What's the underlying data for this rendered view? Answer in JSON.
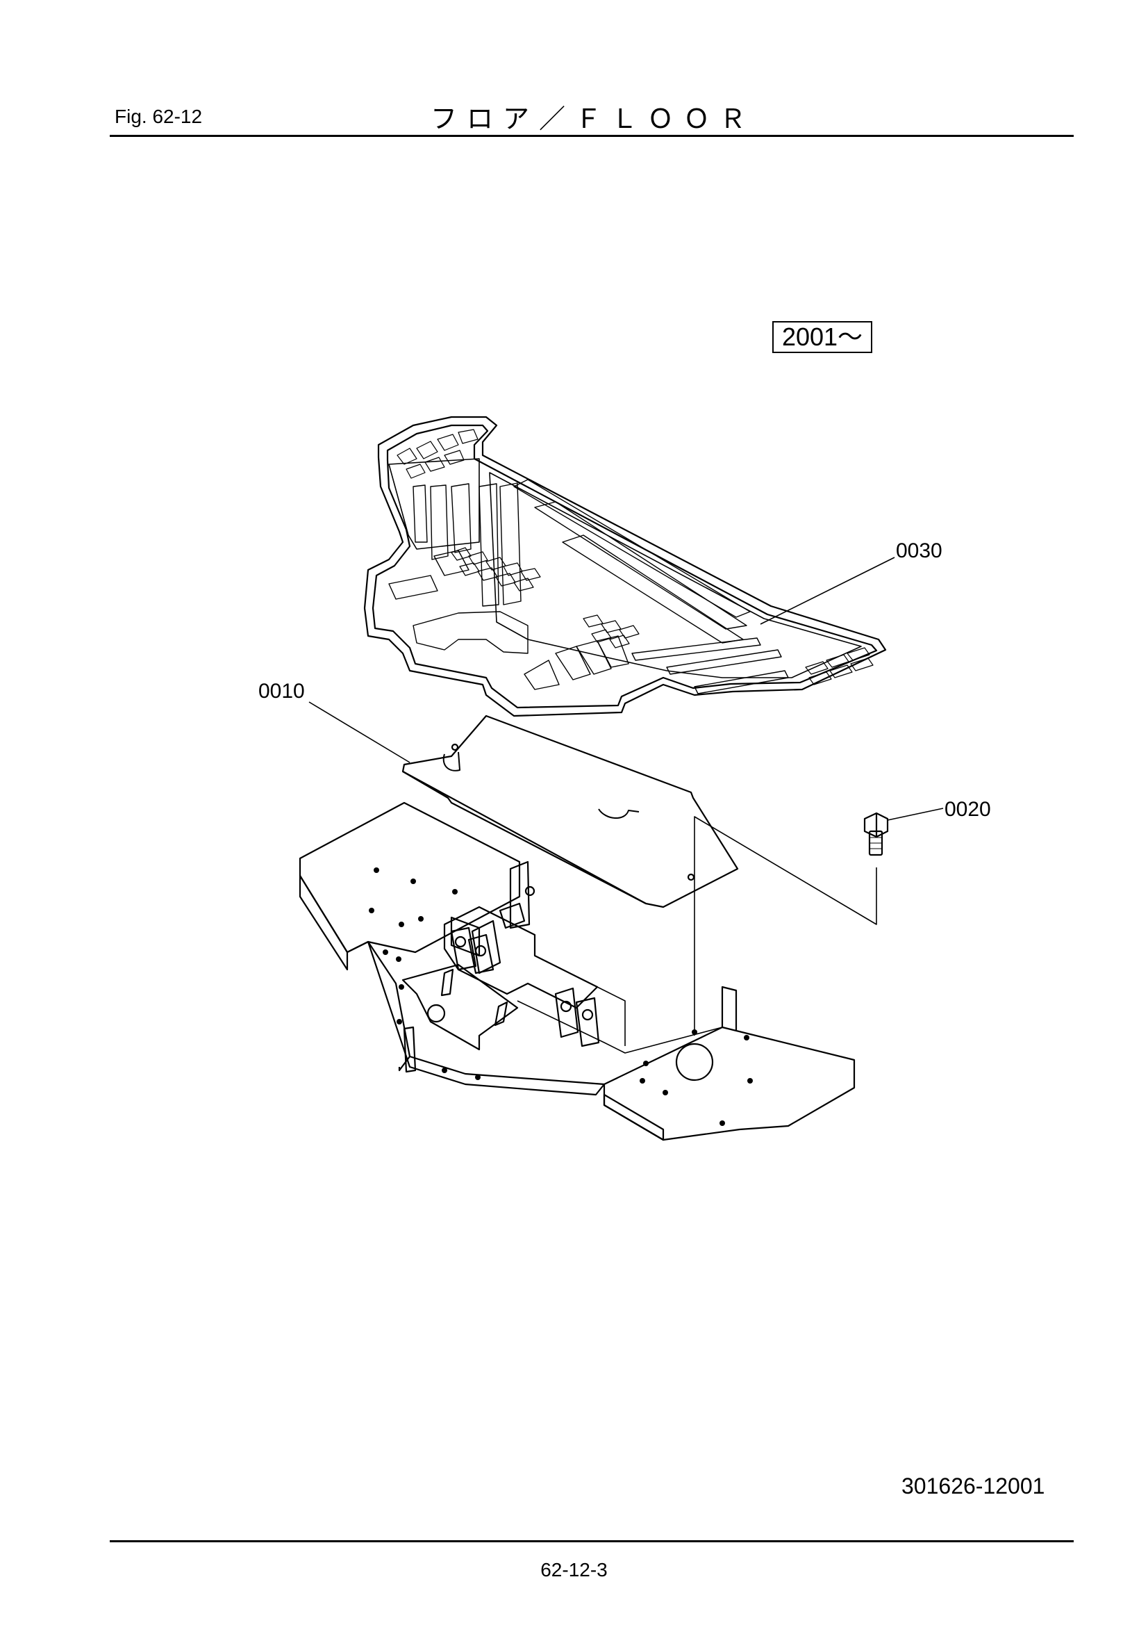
{
  "header": {
    "fig_label": "Fig. 62-12",
    "title": "フロア／ＦＬＯＯＲ"
  },
  "serial_range": "2001～",
  "parts": [
    {
      "id": "0030"
    },
    {
      "id": "0010"
    },
    {
      "id": "0020"
    }
  ],
  "footer": {
    "drawing_number": "301626-12001",
    "page_number": "62-12-3"
  }
}
